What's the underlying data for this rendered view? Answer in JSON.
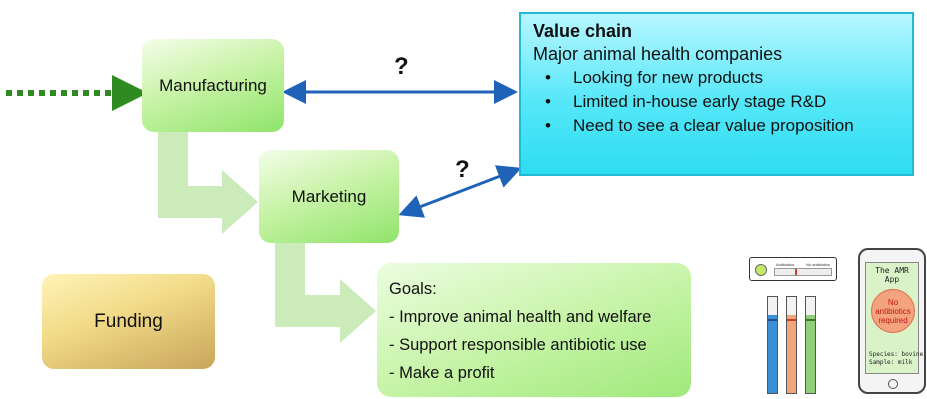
{
  "manufacturing": {
    "label": "Manufacturing"
  },
  "marketing": {
    "label": "Marketing"
  },
  "funding": {
    "label": "Funding"
  },
  "question_marks": [
    "?",
    "?"
  ],
  "value_chain": {
    "title": "Value chain",
    "subtitle": "Major animal health companies",
    "bullet_symbol": "•",
    "bullets": [
      "Looking for new products",
      "Limited in-house early stage R&D",
      "Need to see a clear value proposition"
    ]
  },
  "goals": {
    "title": "Goals:",
    "items": [
      "- Improve animal health and welfare",
      "- Support responsible antibiotic use",
      "- Make a profit"
    ]
  },
  "test_strip": {
    "label_left": "Antibiotics",
    "label_right": "No antibiotics",
    "strip_colors": [
      "#3d8fd6",
      "#f2a679",
      "#8fcf7a"
    ]
  },
  "app": {
    "title": "The AMR App",
    "result": "No antibiotics required",
    "species": "Species: bovine",
    "sample": "Sample:  milk"
  },
  "colors": {
    "green_box": "#a9ec84",
    "value_chain_fill": "#3ee0f4",
    "blue_arrow": "#1f63b8",
    "dashed_arrow": "#2f8a22",
    "flow_arrow": "#c2e8ae",
    "funding": "#d7b86b"
  }
}
